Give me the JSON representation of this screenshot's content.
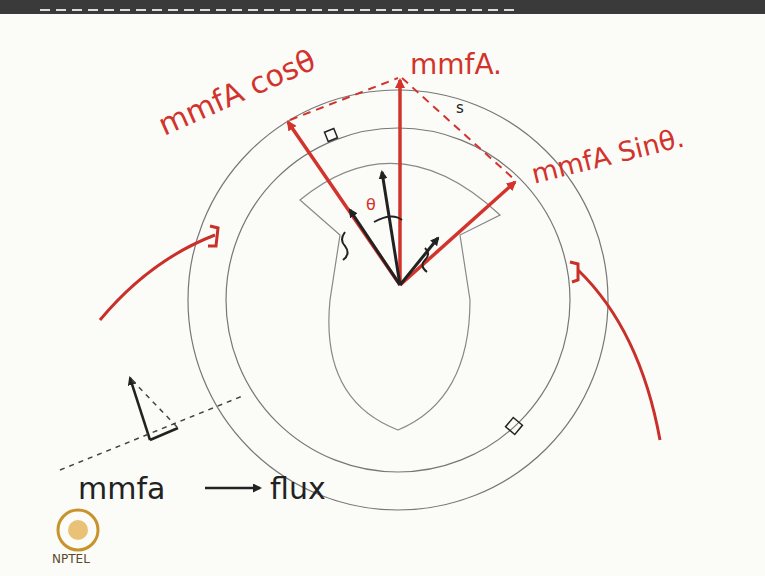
{
  "diagram": {
    "labels": [
      "mmfA cosθ",
      "mmfA.",
      "s",
      "mmfA Sinθ.",
      "θ",
      "mmfa",
      "flux",
      "NPTEL"
    ]
  }
}
